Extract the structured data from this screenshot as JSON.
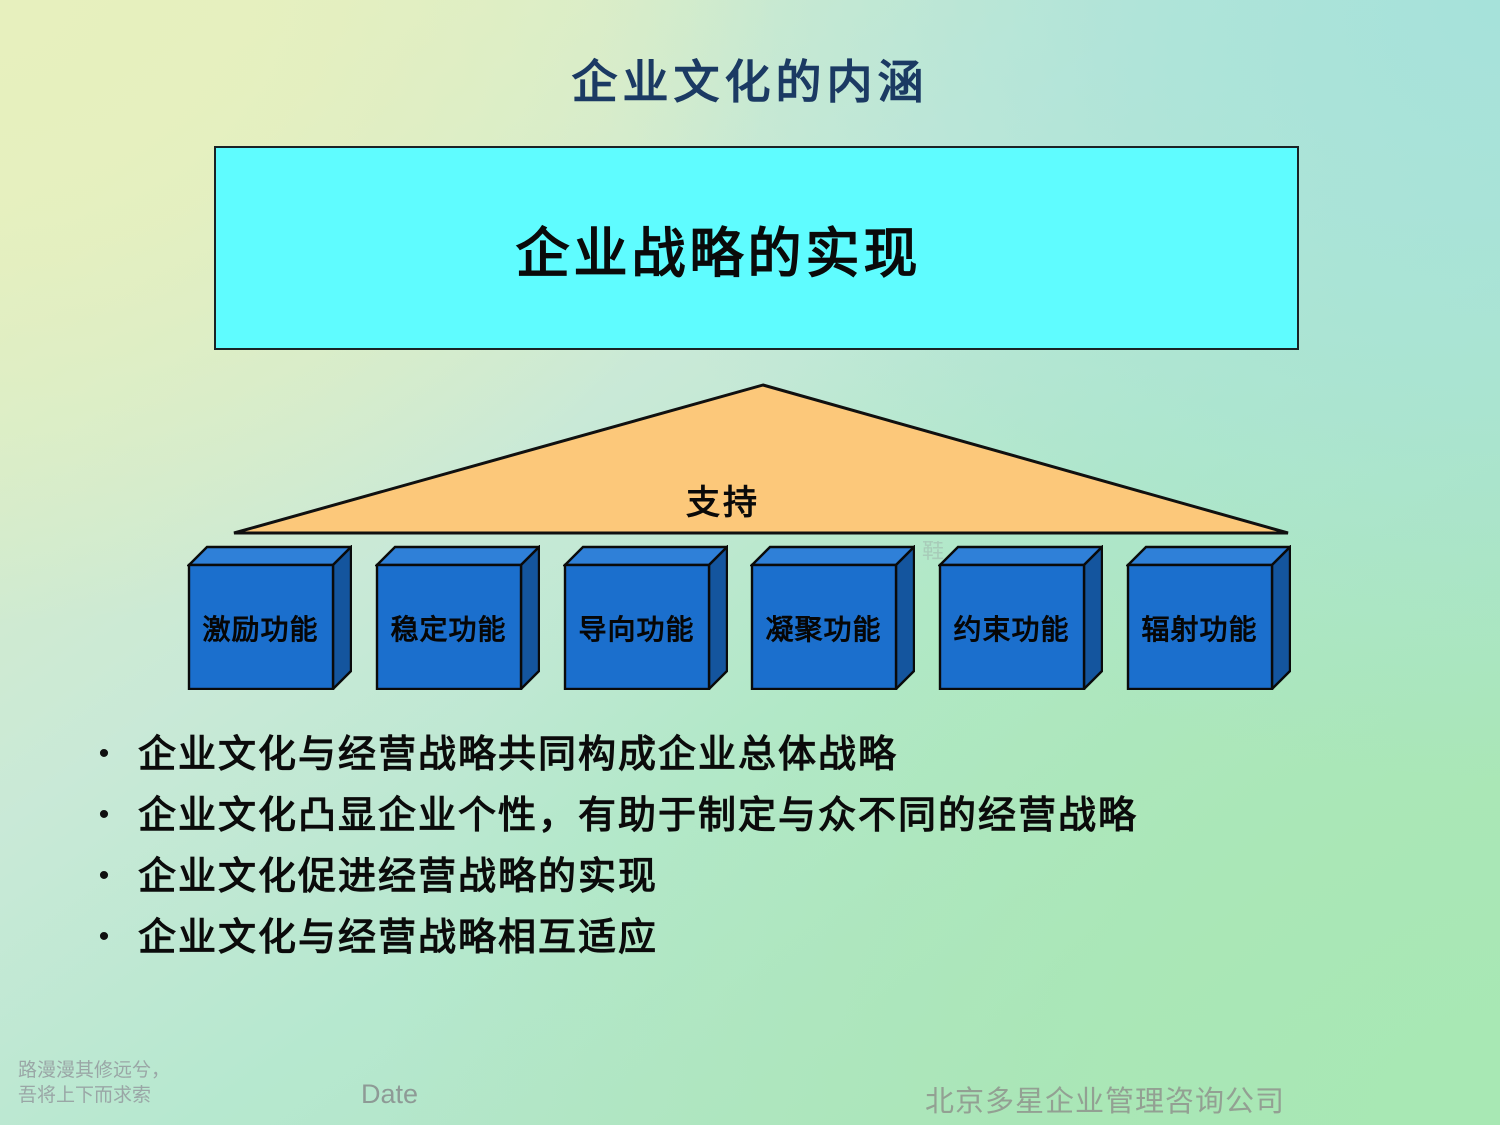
{
  "slide": {
    "title": "企业文化的内涵",
    "title_color": "#1b3a63",
    "background_colors": {
      "top_left": "#e2efc0",
      "top_right": "#a6e2da",
      "bottom_left": "#c6e8dc",
      "bottom_right": "#addfb9"
    }
  },
  "strategy_box": {
    "label": "企业战略的实现",
    "fill_color": "#5ffcff",
    "border_color": "#1a2326",
    "text_color": "#0a0a0a"
  },
  "support_triangle": {
    "label": "支持",
    "fill_color": "#fcc87a",
    "border_color": "#101010",
    "text_color": "#0a0a0a"
  },
  "function_cubes": {
    "front_color": "#1b6fcd",
    "side_color": "#14559e",
    "top_color": "#2f80d8",
    "border_color": "#0a0a0a",
    "text_color": "#060606",
    "items": [
      {
        "label": "激励功能"
      },
      {
        "label": "稳定功能"
      },
      {
        "label": "导向功能"
      },
      {
        "label": "凝聚功能"
      },
      {
        "label": "约束功能"
      },
      {
        "label": "辐射功能"
      }
    ]
  },
  "watermark": {
    "text": "鞋"
  },
  "bullets": {
    "marker": "•",
    "items": [
      {
        "text": "企业文化与经营战略共同构成企业总体战略"
      },
      {
        "text": "企业文化凸显企业个性，有助于制定与众不同的经营战略"
      },
      {
        "text": "企业文化促进经营战略的实现"
      },
      {
        "text": "企业文化与经营战略相互适应"
      }
    ]
  },
  "footer": {
    "motto": "路漫漫其修远兮，\n吾将上下而求索",
    "date": "Date",
    "company": "北京多星企业管理咨询公司",
    "text_color": "#93a093"
  }
}
